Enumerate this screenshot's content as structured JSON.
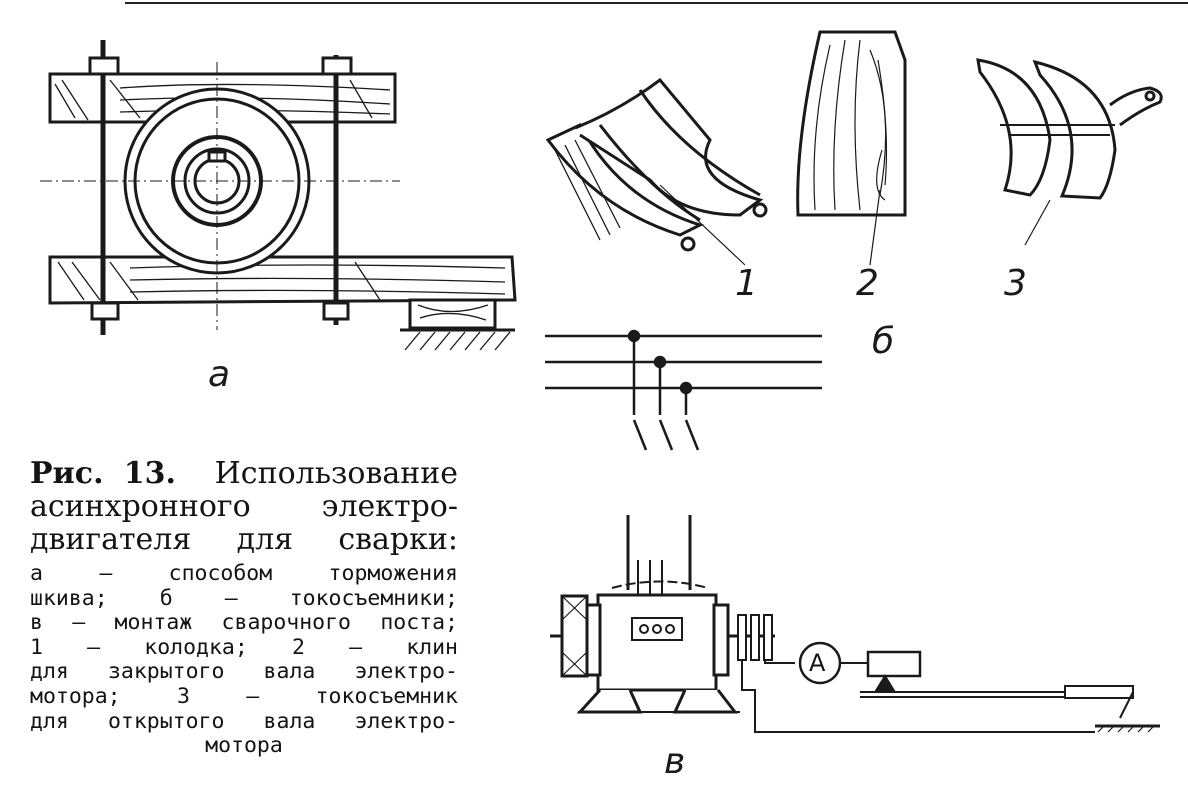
{
  "figure": {
    "part_labels": {
      "a": "а",
      "b": "б",
      "v": "в"
    },
    "item_labels": {
      "one": "1",
      "two": "2",
      "three": "3"
    },
    "ammeter_label": "A"
  },
  "caption": {
    "lead": "Рис. 13.",
    "title_lines": [
      "Использование",
      "асинхронного электро-",
      "двигателя для сварки:"
    ],
    "body_lines": [
      "а — способом торможения",
      "шкива; б — токосъемники;",
      "в — монтаж сварочного поста;",
      "1 — колодка; 2 — клин",
      "для закрытого вала электро-",
      "мотора; 3 — токосъемник",
      "для открытого вала электро-",
      "мотора"
    ]
  }
}
